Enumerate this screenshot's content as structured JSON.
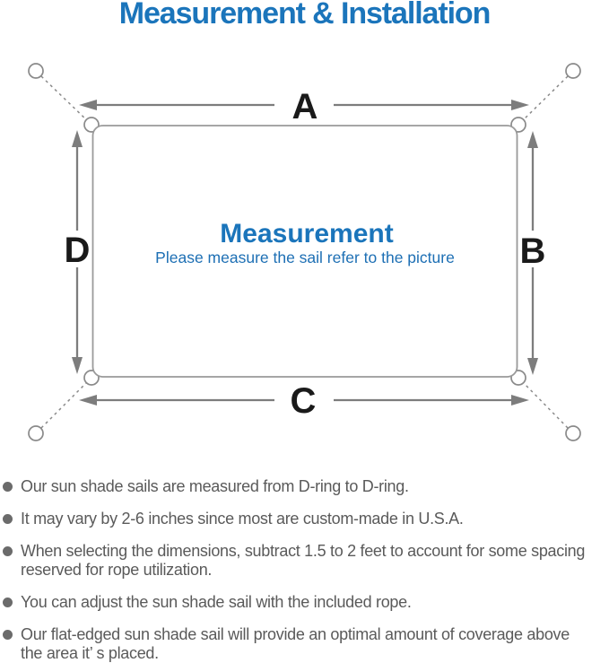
{
  "page": {
    "title": "Measurement & Installation"
  },
  "diagram": {
    "label_top": "A",
    "label_right": "B",
    "label_bottom": "C",
    "label_left": "D",
    "center_title": "Measurement",
    "center_subtitle": "Please measure the sail refer to the picture",
    "colors": {
      "accent_blue": "#1b75bb",
      "subtitle_blue": "#1d6fb4",
      "line_gray": "#8a8a8a",
      "rect_gray": "#9a9a9a",
      "arrow_gray": "#7d7d7d",
      "label_black": "#1a1a1a",
      "text_gray": "#5a5a5a",
      "bullet_gray": "#6b6b6b"
    }
  },
  "notes": {
    "items": [
      "Our sun shade sails are measured from D-ring to D-ring.",
      "It may vary by 2-6 inches since most are custom-made in U.S.A.",
      "When selecting the dimensions, subtract 1.5 to 2 feet to account for some spacing reserved for rope utilization.",
      "You can adjust the sun shade sail with the included rope.",
      "Our flat-edged sun shade sail will provide an optimal amount of coverage above the area it’ s placed."
    ]
  }
}
